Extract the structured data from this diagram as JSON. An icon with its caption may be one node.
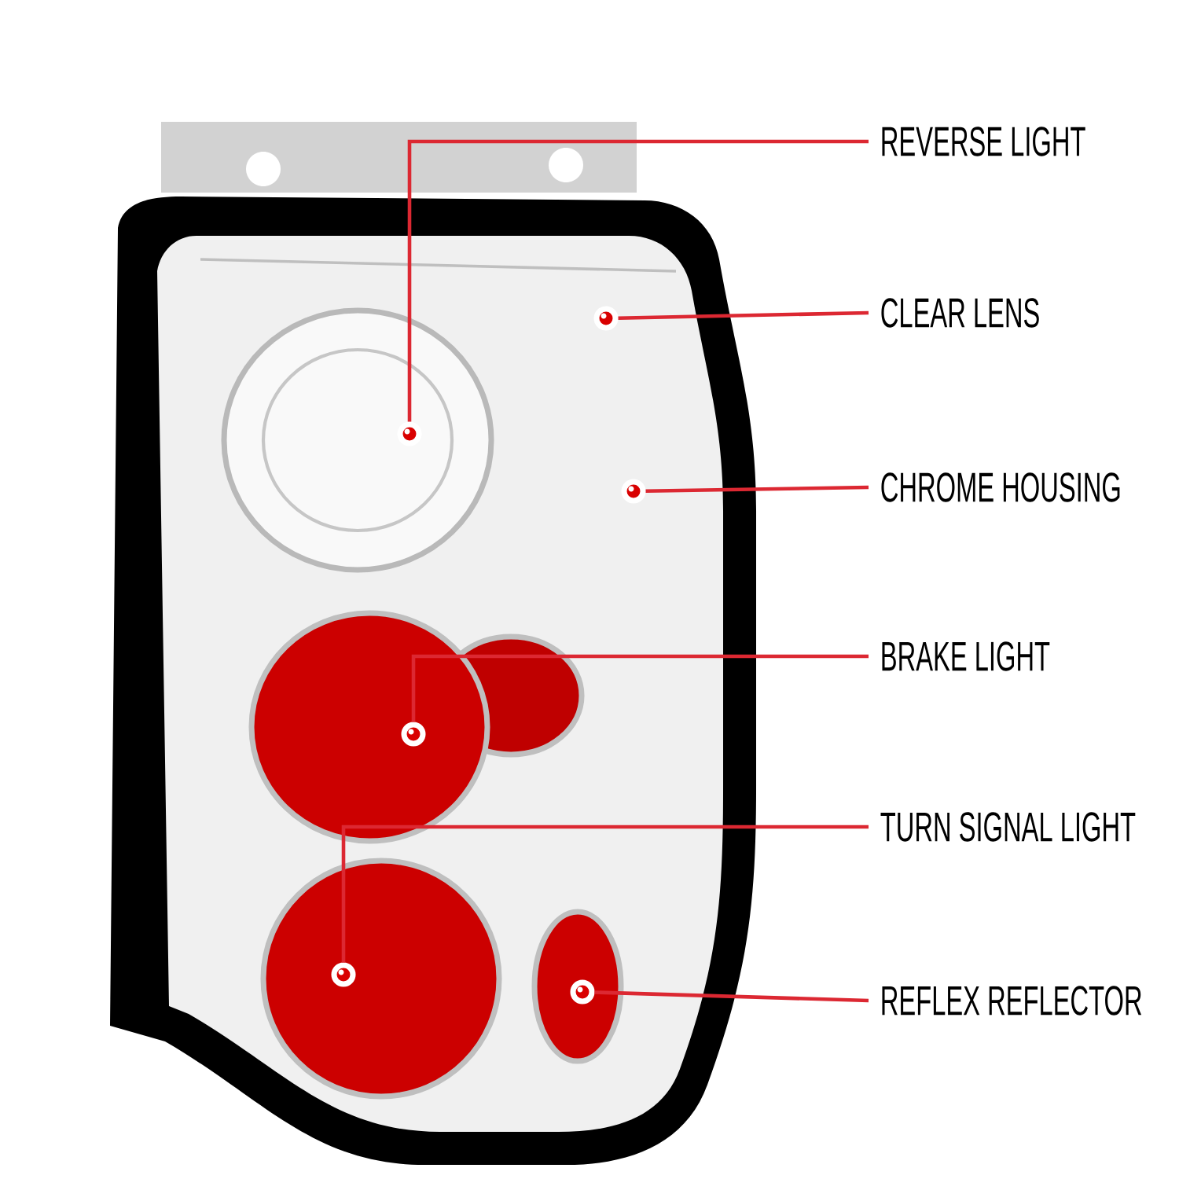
{
  "diagram": {
    "nodes": [
      {
        "text": [
          "REVERSE LIGHT"
        ]
      },
      {
        "text": [
          "CLEAR LENS"
        ]
      },
      {
        "text": [
          "CHROME HOUSING"
        ]
      },
      {
        "text": [
          "BRAKE LIGHT"
        ]
      },
      {
        "text": [
          "TURN SIGNAL LIGHT"
        ]
      },
      {
        "text": [
          "REFLEX REFLECTOR"
        ]
      },
      {
        "text": [],
        "shape": "circle"
      },
      {
        "text": [],
        "shape": "circle"
      },
      {
        "text": [],
        "shape": "circle"
      },
      {
        "text": [],
        "shape": "circle"
      },
      {
        "text": [],
        "shape": "circle"
      },
      {
        "text": [],
        "shape": "circle"
      }
    ],
    "edges": [
      {
        "from": 0,
        "to": 6,
        "arrow": "none"
      },
      {
        "from": 1,
        "to": 7,
        "arrow": "none"
      },
      {
        "from": 2,
        "to": 8,
        "arrow": "none"
      },
      {
        "from": 3,
        "to": 9,
        "arrow": "none"
      },
      {
        "from": 4,
        "to": 10,
        "arrow": "none"
      },
      {
        "from": 5,
        "to": 11,
        "arrow": "none"
      }
    ]
  }
}
